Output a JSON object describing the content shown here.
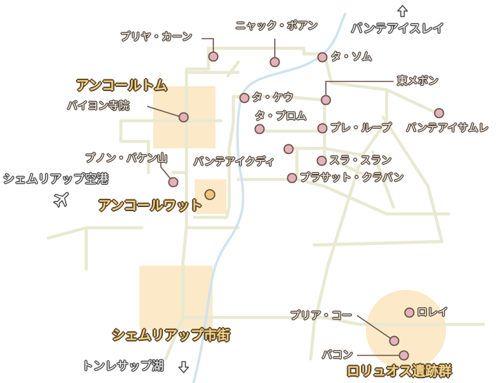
{
  "colors": {
    "road": "#ebebd6",
    "road_edge": "#deddc4",
    "river": "#cfe3ee",
    "area_fill": "#fbe9c8",
    "marker_fill": "#e3b3bd",
    "marker_edge": "#6a5045",
    "marker_highlight": "#f2c777",
    "leader": "#6a5045"
  },
  "areas": {
    "angkor_thom": "アンコールトム",
    "angkor_wat": "アンコールワット",
    "siem_reap_town": "シェムリアップ市街",
    "roluos": "ロリュオス遺跡群"
  },
  "places": {
    "airport": "シェムリアップ空港",
    "airport_icon": "airplane-icon",
    "banteay_srei": "バンテアイスレイ",
    "banteay_srei_arrow": "arrow-up-icon",
    "tonle_sap": "トンレサップ湖",
    "tonle_sap_arrow": "arrow-down-icon"
  },
  "sites": {
    "preah_khan": "プリヤ・カーン",
    "neak_pean": "ニャック・ポアン",
    "ta_som": "タ・ソム",
    "east_mebon": "東メボン",
    "ta_keo": "タ・ケウ",
    "ta_prohm": "タ・プロム",
    "pre_rup": "プレ・ループ",
    "banteay_samre": "バンテアイサムレ",
    "bayon": "バイヨン寺院",
    "phnom_bakheng": "プノン・バケン山",
    "banteay_kdei": "バンテアイクディ",
    "srah_srang": "スラ・スラン",
    "prasat_kravan": "プラサット・クラバン",
    "preah_ko": "プリア・コー",
    "lolei": "ロレイ",
    "bakong": "バコン"
  }
}
